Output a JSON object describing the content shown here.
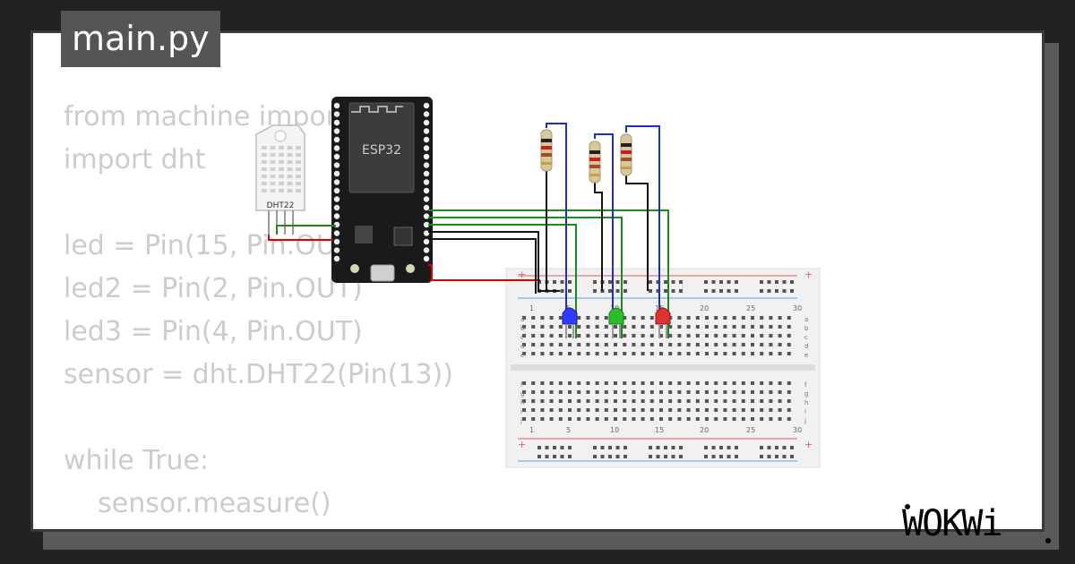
{
  "file_tab": {
    "label": "main.py"
  },
  "code_lines": [
    "from machine import",
    "import dht",
    "",
    "led = Pin(15, Pin.OUT)",
    "led2 = Pin(2, Pin.OUT)",
    "led3 = Pin(4, Pin.OUT)",
    "sensor = dht.DHT22(Pin(13))",
    "",
    "while True:",
    "    sensor.measure()"
  ],
  "components": {
    "sensor_label": "DHT22",
    "mcu_label": "ESP32"
  },
  "breadboard": {
    "row_letters_top": [
      "a",
      "b",
      "c",
      "d",
      "e"
    ],
    "row_letters_bottom": [
      "f",
      "g",
      "h",
      "i",
      "j"
    ],
    "column_numbers": [
      "1",
      "5",
      "10",
      "15",
      "20",
      "25",
      "30"
    ]
  },
  "brand": {
    "logo_text": "WOKWi"
  },
  "colors": {
    "background": "#222222",
    "card": "#ffffff",
    "code_text": "#cccccc",
    "led_blue": "#2f3cff",
    "led_green": "#2bbd2b",
    "led_red": "#e03030",
    "wire_blue": "#1a30c8",
    "wire_green": "#1a8a1a",
    "wire_red": "#e00000",
    "wire_black": "#111111"
  }
}
